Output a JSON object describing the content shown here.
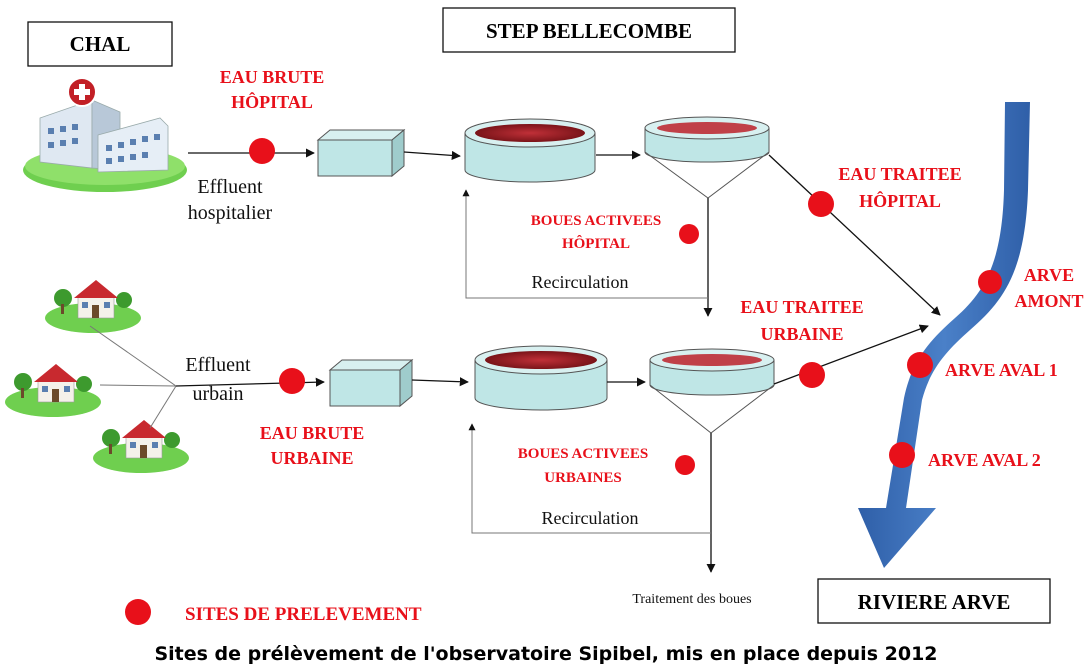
{
  "boxes": {
    "chal": "CHAL",
    "step": "STEP BELLECOMBE",
    "riviere": "RIVIERE ARVE"
  },
  "sites": {
    "eau_brute_hopital": [
      "EAU BRUTE",
      "HÔPITAL"
    ],
    "eau_traitee_hopital": [
      "EAU TRAITEE",
      "HÔPITAL"
    ],
    "boues_activees_hopital": [
      "BOUES ACTIVEES",
      "HÔPITAL"
    ],
    "eau_traitee_urbaine": [
      "EAU TRAITEE",
      "URBAINE"
    ],
    "eau_brute_urbaine": [
      "EAU BRUTE",
      "URBAINE"
    ],
    "boues_activees_urbaines": [
      "BOUES ACTIVEES",
      "URBAINES"
    ],
    "arve_amont": [
      "ARVE",
      "AMONT"
    ],
    "arve_aval_1": "ARVE AVAL 1",
    "arve_aval_2": "ARVE AVAL 2"
  },
  "flows": {
    "effluent_hospitalier": [
      "Effluent",
      "hospitalier"
    ],
    "effluent_urbain": [
      "Effluent",
      "urbain"
    ],
    "recirculation_top": "Recirculation",
    "recirculation_bottom": "Recirculation",
    "traitement_boues": "Traitement des boues"
  },
  "legend": "SITES DE PRELEVEMENT",
  "caption": "Sites de prélèvement de l'observatoire Sipibel, mis en place depuis 2012",
  "colors": {
    "site_marker": "#e8101a",
    "river": "#3f72bd",
    "tank": "#bfe6e6",
    "sludge": "#a8232b"
  }
}
